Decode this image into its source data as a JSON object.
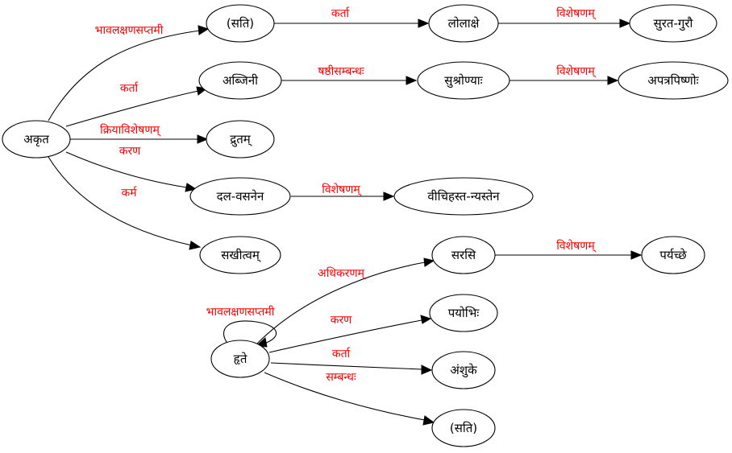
{
  "colors": {
    "edge_label": "#ff0000",
    "node_stroke": "#000000",
    "background": "#ffffff"
  },
  "nodes": {
    "akrta": "अकृत",
    "sati_1": "(सति)",
    "lolakshe": "लोलाक्षे",
    "surata_gurau": "सुरत-गुरौ",
    "abjini": "अब्जिनी",
    "sushronyah": "सुश्रोण्याः",
    "apatrapishnoh": "अपत्रपिष्णोः",
    "drutam": "द्रुतम्",
    "dala_vasanena": "दल-वसनेन",
    "vichihasta_nyastena": "वीचिहस्त-न्यस्तेन",
    "sakhitvam": "सखीत्वम्",
    "sarasi": "सरसि",
    "paryanke": "पर्यच्छे",
    "payobhih": "पयोभिः",
    "hrte": "हृते",
    "amshuke": "अंशुके",
    "sati_2": "(सति)"
  },
  "edge_labels": {
    "e1": "भावलक्षणसप्तमी",
    "e2": "कर्ता",
    "e3": "विशेषणम्",
    "e4": "कर्ता",
    "e5": "षष्ठीसम्बन्धः",
    "e6": "विशेषणम्",
    "e7a": "क्रियाविशेषणम्",
    "e7b": "करण",
    "e8": "कर्म",
    "e9": "विशेषणम्",
    "e10": "भावलक्षणसप्तमी",
    "e11": "अधिकरणम्",
    "e12": "विशेषणम्",
    "e13": "करण",
    "e14": "कर्ता",
    "e15": "सम्बन्धः"
  }
}
